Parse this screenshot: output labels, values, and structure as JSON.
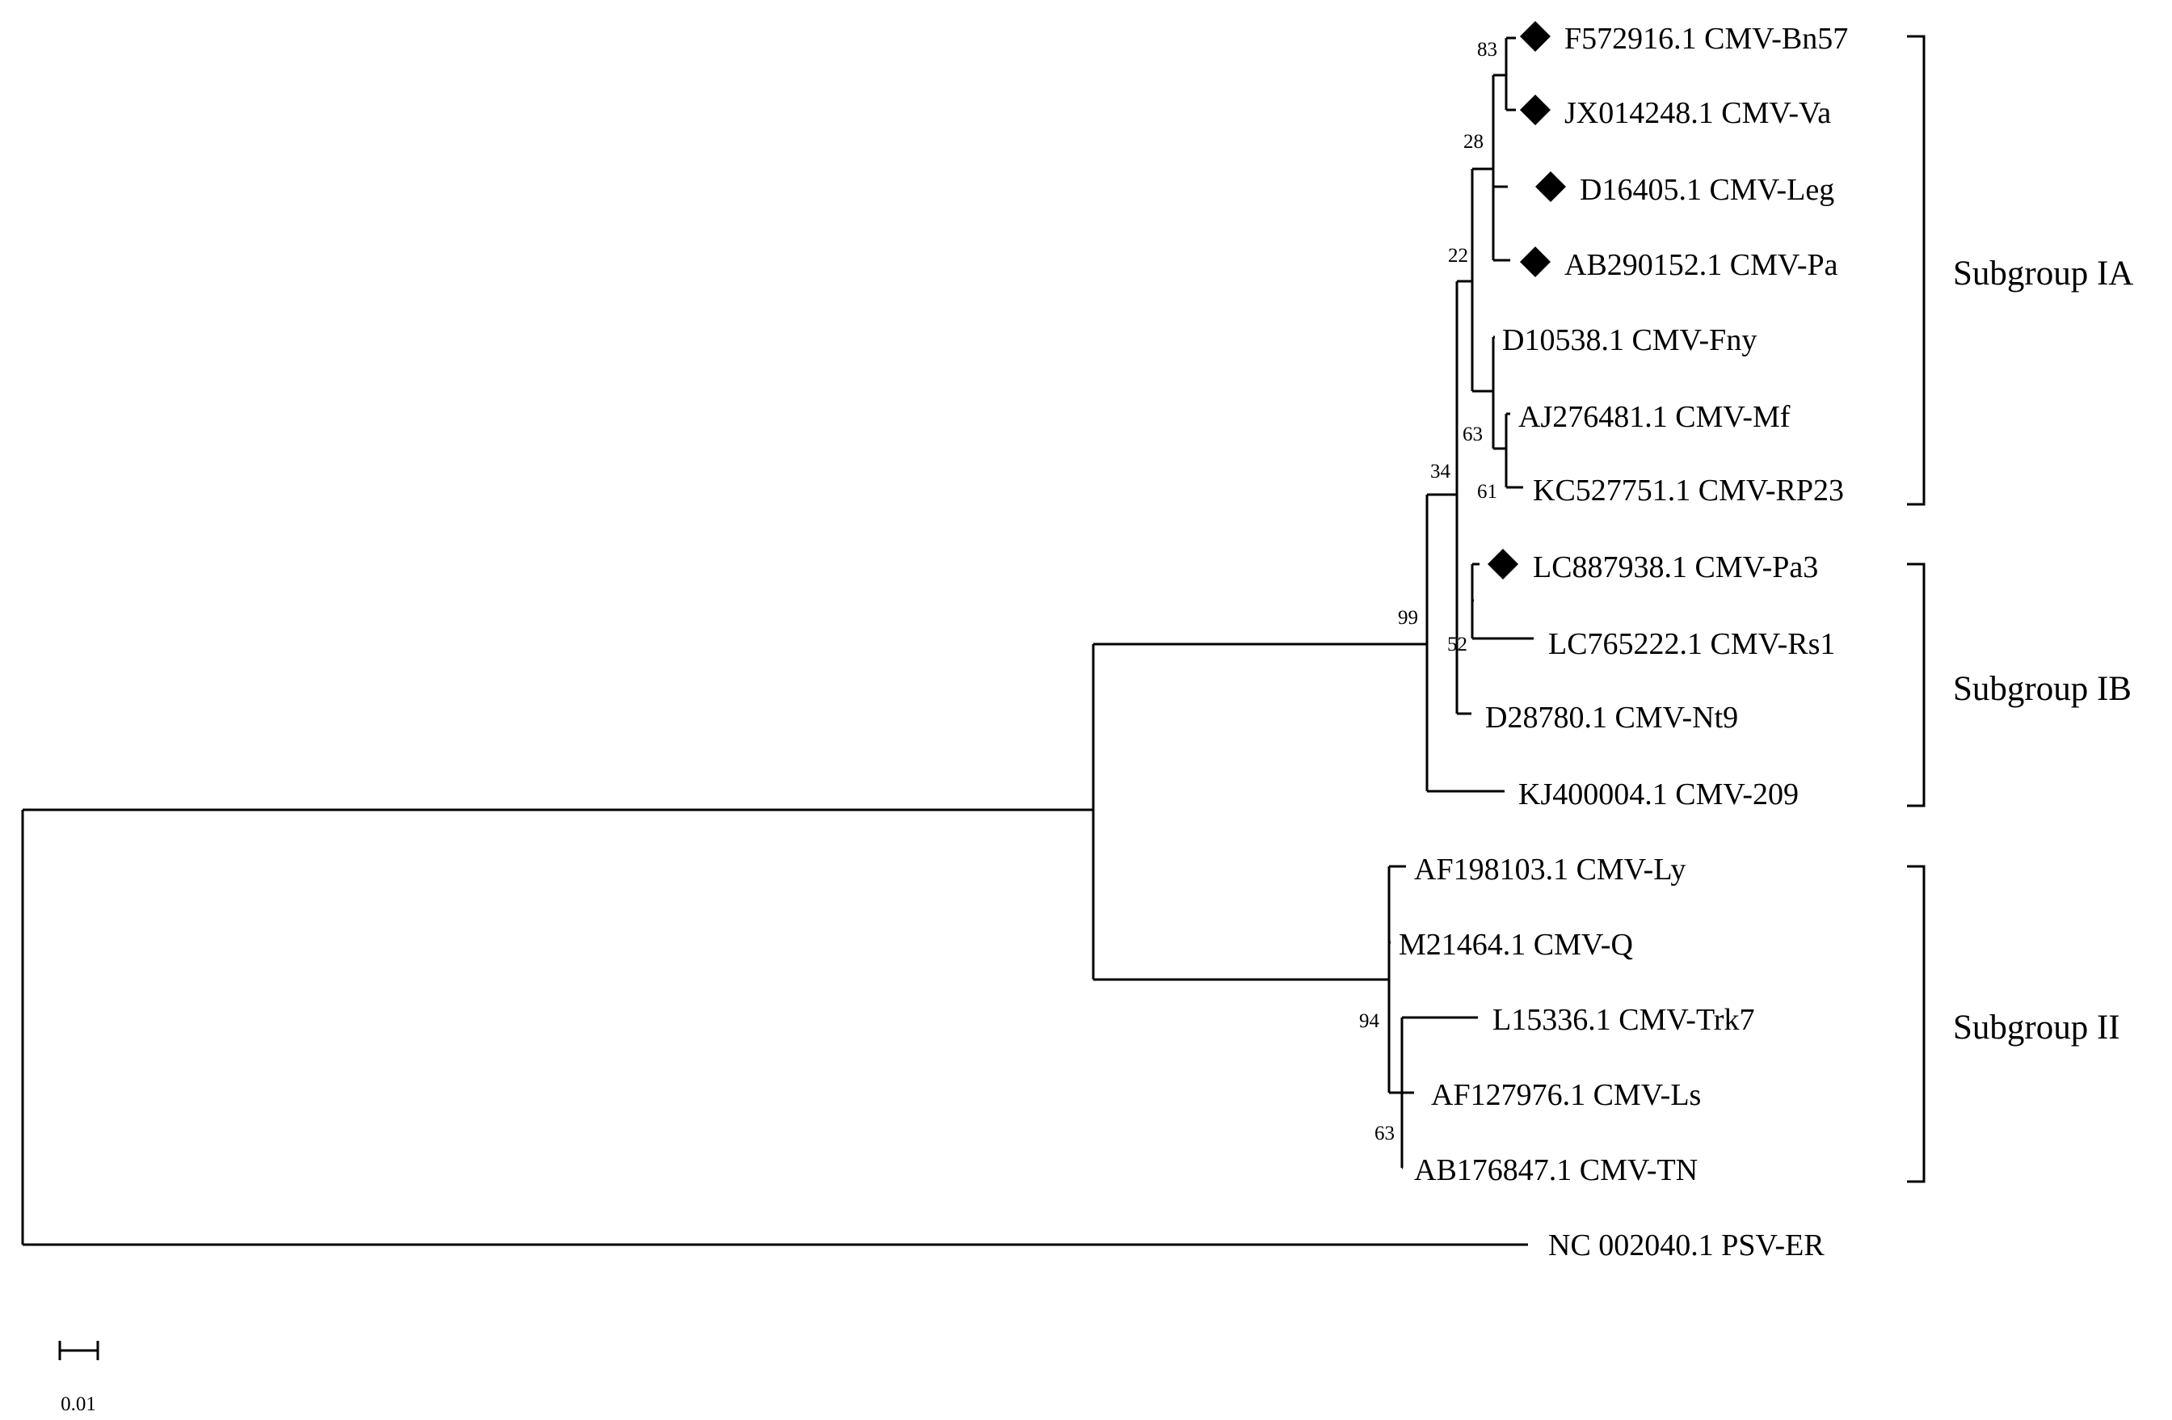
{
  "tree": {
    "leaves": [
      {
        "label": "F572916.1 CMV-Bn57",
        "marker": true
      },
      {
        "label": "JX014248.1 CMV-Va",
        "marker": true
      },
      {
        "label": "D16405.1 CMV-Leg",
        "marker": true
      },
      {
        "label": "AB290152.1 CMV-Pa",
        "marker": true
      },
      {
        "label": "D10538.1 CMV-Fny",
        "marker": false
      },
      {
        "label": "AJ276481.1 CMV-Mf",
        "marker": false
      },
      {
        "label": "KC527751.1 CMV-RP23",
        "marker": false
      },
      {
        "label": "LC887938.1 CMV-Pa3",
        "marker": true
      },
      {
        "label": "LC765222.1 CMV-Rs1",
        "marker": false
      },
      {
        "label": "D28780.1 CMV-Nt9",
        "marker": false
      },
      {
        "label": "KJ400004.1 CMV-209",
        "marker": false
      },
      {
        "label": "AF198103.1 CMV-Ly",
        "marker": false
      },
      {
        "label": "M21464.1 CMV-Q",
        "marker": false
      },
      {
        "label": "L15336.1 CMV-Trk7",
        "marker": false
      },
      {
        "label": "AF127976.1 CMV-Ls",
        "marker": false
      },
      {
        "label": "AB176847.1 CMV-TN",
        "marker": false
      },
      {
        "label": "NC 002040.1 PSV-ER",
        "marker": false
      }
    ],
    "bootstrap": [
      "83",
      "28",
      "22",
      "63",
      "61",
      "34",
      "99",
      "52",
      "94",
      "63"
    ],
    "subgroups": [
      {
        "label": "Subgroup IA"
      },
      {
        "label": "Subgroup IB"
      },
      {
        "label": "Subgroup II"
      }
    ],
    "scale_bar": {
      "value": 0.01,
      "label": "0.01"
    }
  }
}
